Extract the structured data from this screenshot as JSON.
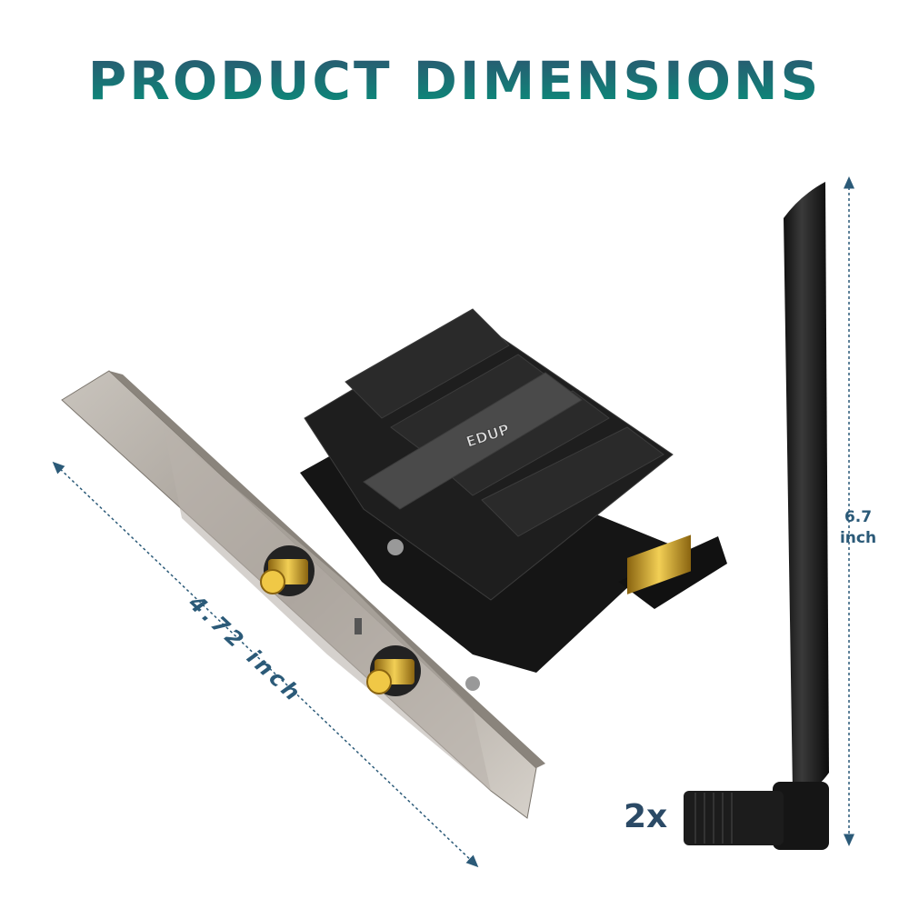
{
  "title": "PRODUCT DIMENSIONS",
  "dimensions": {
    "card_length": "4.72 inch",
    "antenna_height_value": "6.7",
    "antenna_height_unit": "inch"
  },
  "antenna_quantity": "2x",
  "brand_logo": "EDUP",
  "colors": {
    "title_top": "#2d5470",
    "title_bottom": "#07907a",
    "dimension_line": "#2b5a78"
  }
}
